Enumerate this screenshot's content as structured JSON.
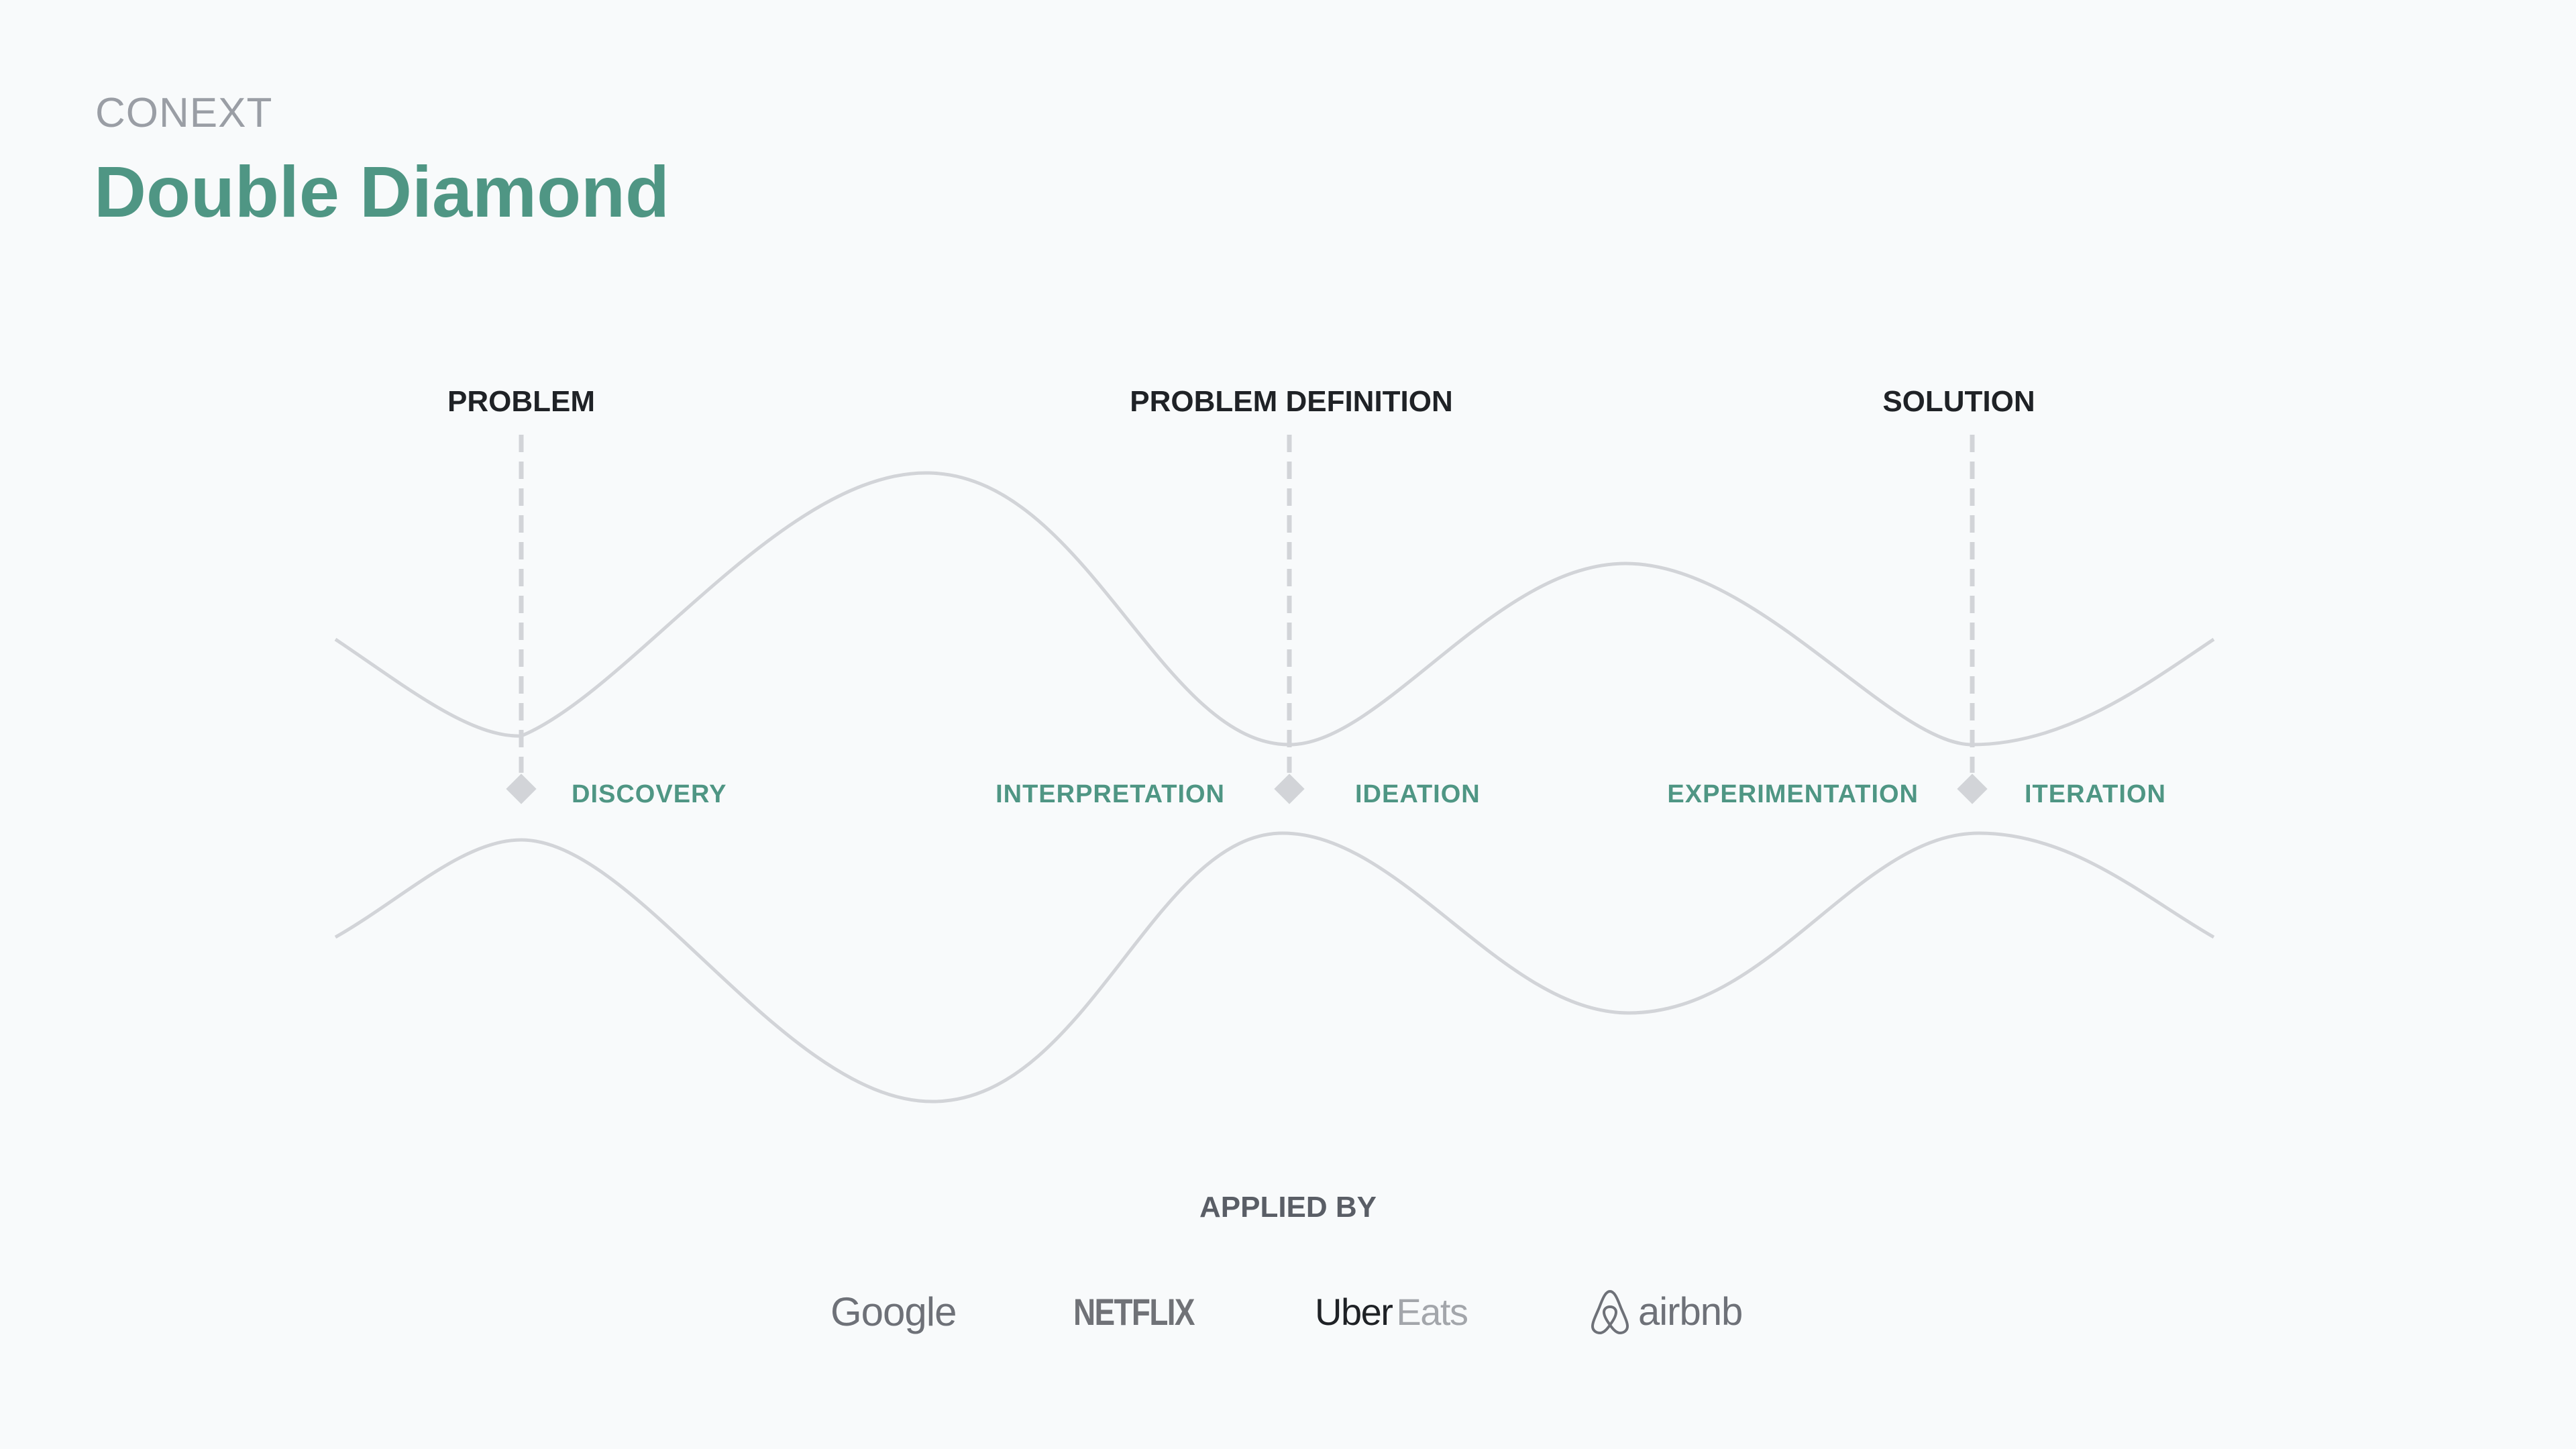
{
  "header": {
    "eyebrow": "CONEXT",
    "title": "Double Diamond"
  },
  "stages": {
    "problem": "PROBLEM",
    "definition": "PROBLEM DEFINITION",
    "solution": "SOLUTION"
  },
  "phases": {
    "discovery": "DISCOVERY",
    "interpretation": "INTERPRETATION",
    "ideation": "IDEATION",
    "experimentation": "EXPERIMENTATION",
    "iteration": "ITERATION"
  },
  "applied": {
    "heading": "APPLIED BY",
    "logos": {
      "google": "Google",
      "netflix": "NETFLIX",
      "uber": "Uber",
      "eats": "Eats",
      "airbnb": "airbnb"
    }
  },
  "colors": {
    "accent": "#4F9684",
    "curve": "#D2D4D8",
    "marker": "#D2D4D8",
    "background": "#F8FAFB"
  }
}
